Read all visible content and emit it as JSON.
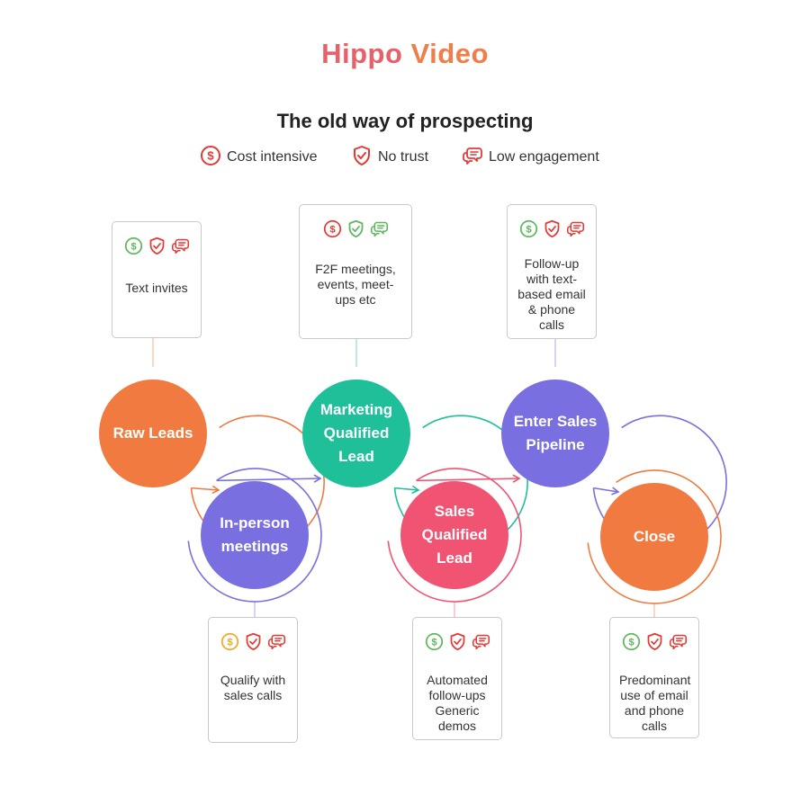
{
  "logo": {
    "part1": "Hippo",
    "part2": "Video"
  },
  "title": "The old way of prospecting",
  "legend": [
    {
      "icon": "dollar-icon",
      "label": "Cost intensive"
    },
    {
      "icon": "shield-check-icon",
      "label": "No trust"
    },
    {
      "icon": "chat-bubble-icon",
      "label": "Low engagement"
    }
  ],
  "colors": {
    "legend_red": "#e53935",
    "green": "#5cb85c",
    "amber": "#f5a623",
    "red": "#e53935",
    "raw_leads": "#f07a3f",
    "in_person": "#7a6fe0",
    "marketing": "#1fbf99",
    "sales_qualified": "#f05472",
    "enter_pipeline": "#7a6fe0",
    "close": "#f07a3f"
  },
  "stages": [
    {
      "id": "raw-leads",
      "label": "Raw Leads",
      "color": "#f07a3f",
      "note": "Text invites",
      "icon_colors": [
        "#5cb85c",
        "#e53935",
        "#e53935"
      ]
    },
    {
      "id": "in-person-meetings",
      "label": "In-person meetings",
      "color": "#7a6fe0",
      "note": "Qualify with sales calls",
      "icon_colors": [
        "#f5a623",
        "#e53935",
        "#e53935"
      ]
    },
    {
      "id": "marketing-qualified-lead",
      "label": "Marketing Qualified Lead",
      "color": "#1fbf99",
      "note": "F2F meetings, events, meet-ups etc",
      "icon_colors": [
        "#e53935",
        "#5cb85c",
        "#5cb85c"
      ]
    },
    {
      "id": "sales-qualified-lead",
      "label": "Sales Qualified Lead",
      "color": "#f05472",
      "note": "Automated follow-ups Generic demos",
      "icon_colors": [
        "#5cb85c",
        "#e53935",
        "#e53935"
      ]
    },
    {
      "id": "enter-sales-pipeline",
      "label": "Enter Sales Pipeline",
      "color": "#7a6fe0",
      "note": "Follow-up with text-based email & phone calls",
      "icon_colors": [
        "#5cb85c",
        "#e53935",
        "#e53935"
      ]
    },
    {
      "id": "close",
      "label": "Close",
      "color": "#f07a3f",
      "note": "Predominant use of email and phone calls",
      "icon_colors": [
        "#5cb85c",
        "#e53935",
        "#e53935"
      ]
    }
  ]
}
